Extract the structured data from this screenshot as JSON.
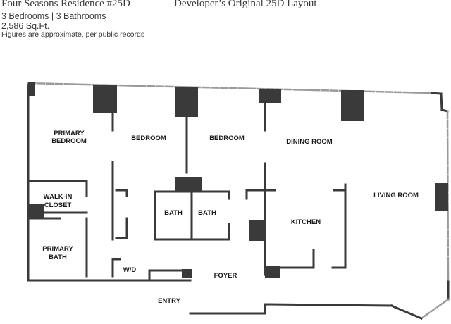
{
  "header": {
    "title": "Four Seasons Residence #25D",
    "bed_bath": "3 Bedrooms | 3 Bathrooms",
    "area": "2,586 Sq.Ft.",
    "note": "Figures are approximate, per public records",
    "layout_title": "Developer’s Original 25D Layout"
  },
  "rooms": {
    "primary_bedroom_1": "PRIMARY",
    "primary_bedroom_2": "BEDROOM",
    "bedroom_1": "BEDROOM",
    "bedroom_2": "BEDROOM",
    "dining_room": "DINING ROOM",
    "living_room": "LIVING ROOM",
    "walkin_closet_1": "WALK-IN",
    "walkin_closet_2": "CLOSET",
    "bath_1": "BATH",
    "bath_2": "BATH",
    "kitchen": "KITCHEN",
    "primary_bath_1": "PRIMARY",
    "primary_bath_2": "BATH",
    "wd": "W/D",
    "foyer": "FOYER",
    "entry": "ENTRY"
  },
  "colors": {
    "wall": "#3a3a3a",
    "window": "#9a9a9a",
    "text": "#1a1a1a"
  }
}
